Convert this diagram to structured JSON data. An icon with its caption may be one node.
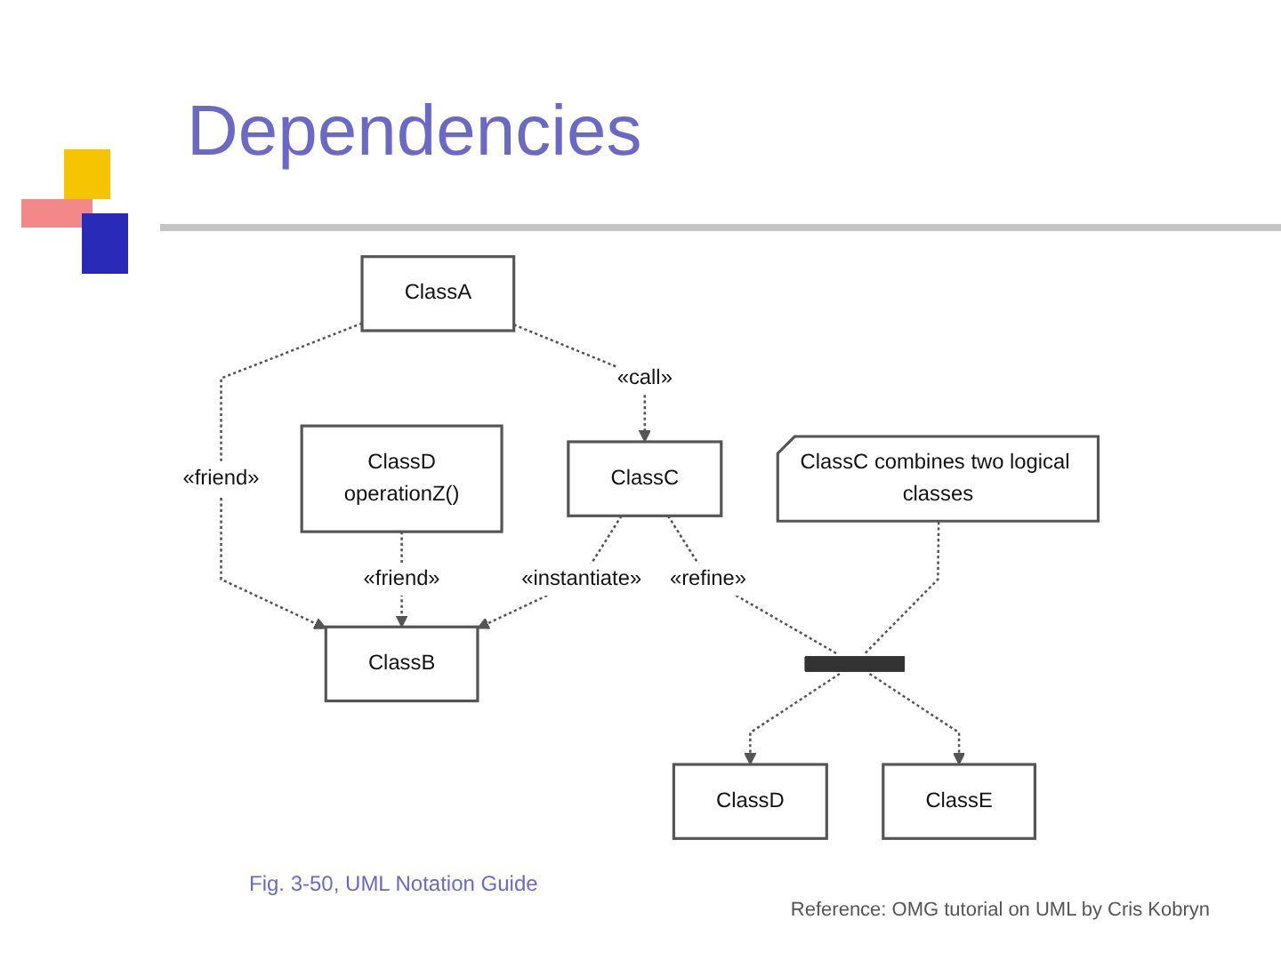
{
  "diagram": {
    "title": "Dependencies",
    "caption": "Fig. 3-50, UML Notation Guide",
    "nodes": [
      {
        "text": [
          "ClassA"
        ]
      },
      {
        "text": [
          "ClassB"
        ]
      },
      {
        "text": [
          "ClassD",
          "operationZ()"
        ]
      },
      {
        "text": [
          "ClassC"
        ]
      },
      {
        "text": [
          "ClassC combines two logical classes"
        ]
      },
      {
        "text": [],
        "shape": "bar"
      },
      {
        "text": [
          "ClassD"
        ]
      },
      {
        "text": [
          "ClassE"
        ]
      }
    ],
    "edges": [
      {
        "from": 0,
        "to": 1,
        "arrow": "to",
        "label": "«friend»",
        "style": "dashed"
      },
      {
        "from": 2,
        "to": 1,
        "arrow": "to",
        "label": "«friend»",
        "style": "dashed"
      },
      {
        "from": 3,
        "to": 1,
        "arrow": "to",
        "label": "«instantiate»",
        "style": "dashed"
      },
      {
        "from": 0,
        "to": 3,
        "arrow": "to",
        "label": "«call»",
        "style": "dashed"
      },
      {
        "from": 3,
        "to": 5,
        "arrow": "none",
        "label": "«refine»",
        "style": "dashed"
      },
      {
        "from": 4,
        "to": 5,
        "arrow": "none",
        "style": "dashed"
      },
      {
        "from": 5,
        "to": 6,
        "arrow": "to",
        "style": "dashed"
      },
      {
        "from": 5,
        "to": 7,
        "arrow": "to",
        "style": "dashed"
      }
    ],
    "labels": [
      "Reference: OMG tutorial on UML by Cris Kobryn"
    ]
  }
}
